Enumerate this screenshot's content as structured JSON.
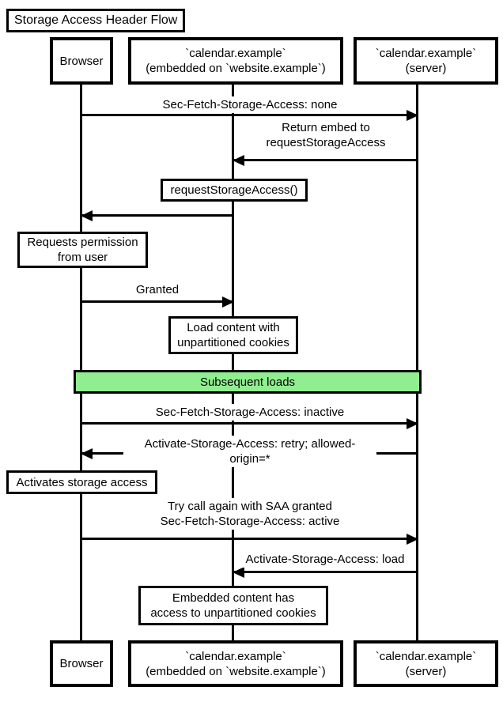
{
  "diagram": {
    "title": "Storage Access Header Flow",
    "divider_label": "Subsequent loads",
    "colors": {
      "line": "#000000",
      "divider_fill": "#90ee90",
      "box_fill": "#ffffff"
    }
  },
  "participants": {
    "browser": "Browser",
    "embed": "`calendar.example`\n(embedded on `website.example`)",
    "server": "`calendar.example`\n(server)"
  },
  "messages": {
    "m1": "Sec-Fetch-Storage-Access: none",
    "m2": "Return embed to\nrequestStorageAccess",
    "m3": "requestStorageAccess()",
    "m4": "Granted",
    "m5": "Sec-Fetch-Storage-Access: inactive",
    "m6": "Activate-Storage-Access: retry; allowed-origin=*",
    "m7": "Try call again with SAA granted\nSec-Fetch-Storage-Access: active",
    "m8": "Activate-Storage-Access: load"
  },
  "notes": {
    "n1": "Requests permission\nfrom user",
    "n2": "Load content with\nunpartitioned cookies",
    "n3": "Activates storage access",
    "n4": "Embedded content has\naccess to unpartitioned cookies"
  }
}
